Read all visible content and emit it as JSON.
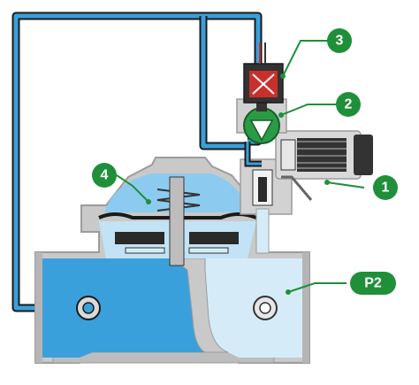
{
  "colors": {
    "pipe_outline": "#1a1a1a",
    "water_dark": "#3aa0db",
    "water_light": "#d5ecf8",
    "water_mid": "#8ccbef",
    "body_grey": "#c9c9c9",
    "body_grey_dark": "#9c9c9c",
    "metal_dark": "#333333",
    "solenoid_red": "#c9302c",
    "callout_green": "#1f8f3a",
    "pilot_green": "#2a9a45"
  },
  "callouts": [
    {
      "id": "1",
      "label": "1"
    },
    {
      "id": "2",
      "label": "2"
    },
    {
      "id": "3",
      "label": "3"
    },
    {
      "id": "4",
      "label": "4"
    },
    {
      "id": "p2",
      "label": "P2"
    }
  ]
}
